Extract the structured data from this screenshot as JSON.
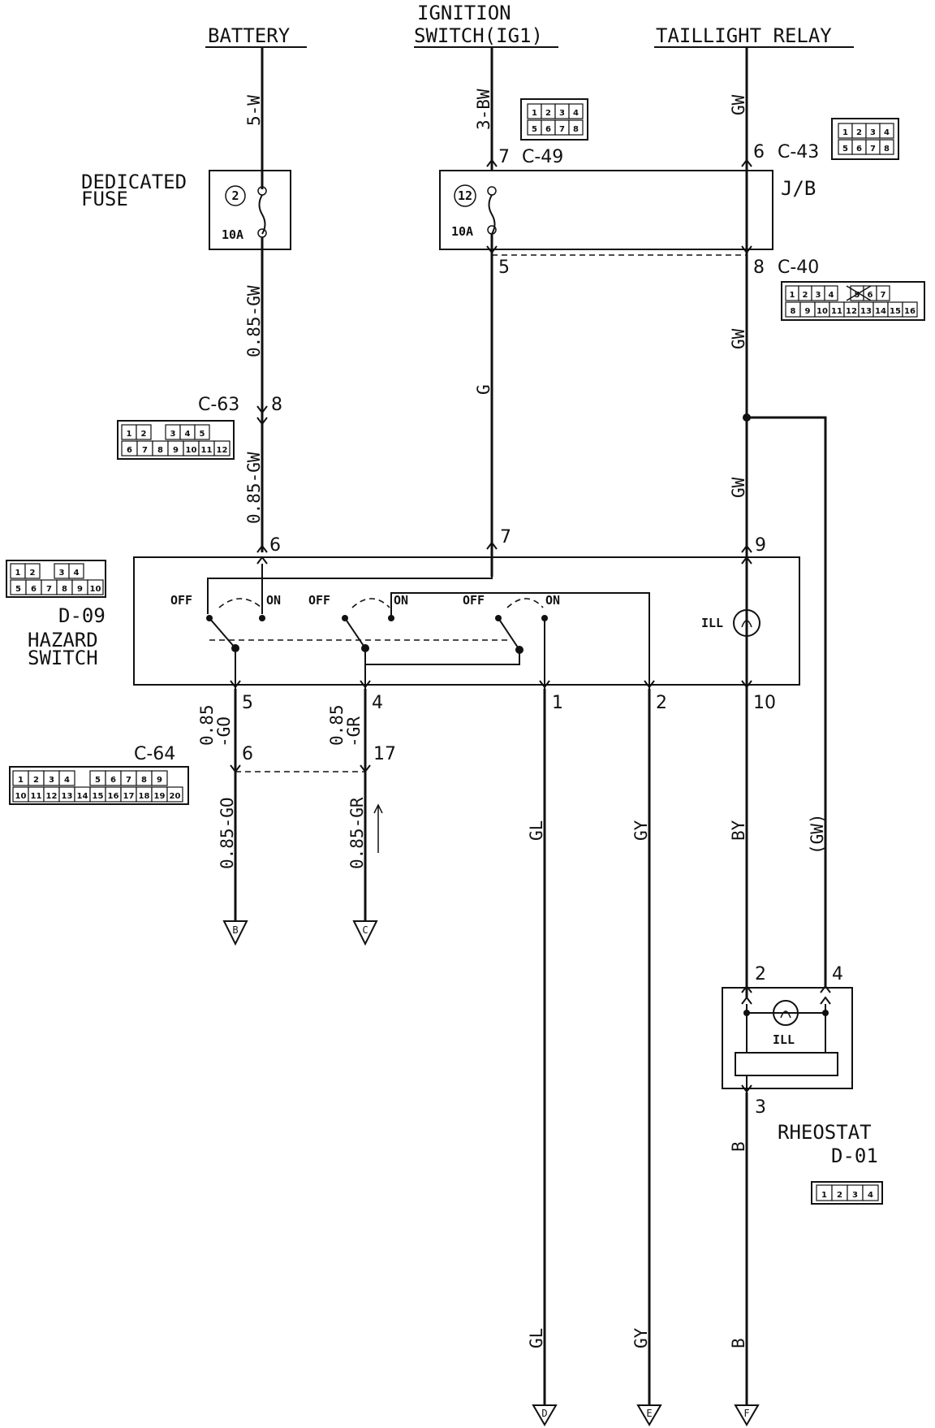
{
  "sources": {
    "battery": "BATTERY",
    "ignition_line1": "IGNITION",
    "ignition_line2": "SWITCH(IG1)",
    "taillight": "TAILLIGHT RELAY"
  },
  "fuses": {
    "dedicated_line1": "DEDICATED",
    "dedicated_line2": "FUSE",
    "dedicated_number": "2",
    "dedicated_rating": "10A",
    "jb_number": "12",
    "jb_rating": "10A",
    "jb_label": "J/B"
  },
  "connectors": {
    "c49": "C-49",
    "c43": "C-43",
    "c40": "C-40",
    "c63": "C-63",
    "c64": "C-64",
    "d09": "D-09",
    "d01": "D-01",
    "c49_cells": [
      "1",
      "2",
      "3",
      "4",
      "5",
      "6",
      "7",
      "8"
    ],
    "c43_cells": [
      "1",
      "2",
      "3",
      "4",
      "5",
      "6",
      "7",
      "8"
    ],
    "c40_cells_top": [
      "1",
      "2",
      "3",
      "4",
      "",
      "5",
      "6",
      "7"
    ],
    "c40_cells_bot": [
      "8",
      "9",
      "10",
      "11",
      "12",
      "13",
      "14",
      "15",
      "16"
    ],
    "c63_cells_top": [
      "1",
      "2",
      "",
      "3",
      "4",
      "5"
    ],
    "c63_cells_bot": [
      "6",
      "7",
      "8",
      "9",
      "10",
      "11",
      "12"
    ],
    "d09_cells_top": [
      "1",
      "2",
      "",
      "3",
      "4"
    ],
    "d09_cells_bot": [
      "5",
      "6",
      "7",
      "8",
      "9",
      "10"
    ],
    "c64_cells_top": [
      "1",
      "2",
      "3",
      "4",
      "",
      "5",
      "6",
      "7",
      "8",
      "9"
    ],
    "c64_cells_bot": [
      "10",
      "11",
      "12",
      "13",
      "14",
      "15",
      "16",
      "17",
      "18",
      "19",
      "20"
    ],
    "d01_cells": [
      "1",
      "2",
      "3",
      "4"
    ]
  },
  "wires": {
    "w5w": "5-W",
    "w085gw_a": "0.85-GW",
    "w085gw_b": "0.85-GW",
    "w3bw": "3-BW",
    "wg": "G",
    "wgw_a": "GW",
    "wgw_b": "GW",
    "wgw_c": "GW",
    "w085go_a_1": "0.85",
    "w085go_a_2": "-GO",
    "w085gr_a_1": "0.85",
    "w085gr_a_2": "-GR",
    "w085go_b": "0.85-GO",
    "w085gr_b": "0.85-GR",
    "wgl_a": "GL",
    "wgy_a": "GY",
    "wby": "BY",
    "wgw_paren": "(GW)",
    "wb_a": "B",
    "wgl_b": "GL",
    "wgy_b": "GY",
    "wb_b": "B"
  },
  "pins": {
    "p7_c49": "7",
    "p6_c43": "6",
    "p5_c40": "5",
    "p8_c40": "8",
    "p8_c63": "8",
    "p6_sw": "6",
    "p7_sw": "7",
    "p9_sw": "9",
    "p5_sw": "5",
    "p4_sw": "4",
    "p1_sw": "1",
    "p2_sw": "2",
    "p10_sw": "10",
    "p6_c64": "6",
    "p17_c64": "17",
    "p2_rh": "2",
    "p4_rh": "4",
    "p3_rh": "3"
  },
  "switch": {
    "off1": "OFF",
    "on1": "ON",
    "off2": "OFF",
    "on2": "ON",
    "off3": "OFF",
    "on3": "ON",
    "ill": "ILL",
    "name_line1": "HAZARD",
    "name_line2": "SWITCH"
  },
  "rheostat": {
    "ill": "ILL",
    "name": "RHEOSTAT"
  },
  "terminals": {
    "b": "B",
    "c": "C",
    "d": "D",
    "e": "E",
    "f": "F"
  }
}
